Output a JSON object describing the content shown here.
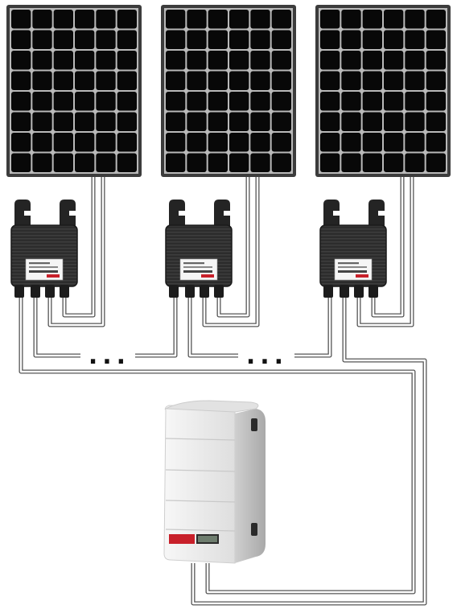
{
  "diagram": {
    "panels": [
      {
        "id": "panel-1"
      },
      {
        "id": "panel-2"
      },
      {
        "id": "panel-3"
      }
    ],
    "optimizers": [
      {
        "id": "optimizer-1"
      },
      {
        "id": "optimizer-2"
      },
      {
        "id": "optimizer-3"
      }
    ],
    "ellipsis": [
      "...",
      "..."
    ],
    "inverter": {
      "id": "inverter"
    },
    "colors": {
      "panel_frame": "#3c3c3c",
      "panel_cell": "#080808",
      "panel_gap": "#b9b9b9",
      "cable": "#555555",
      "optimizer_body": "#2e2e2e",
      "inverter_body": "#ececec",
      "inverter_red": "#c8202a"
    }
  }
}
